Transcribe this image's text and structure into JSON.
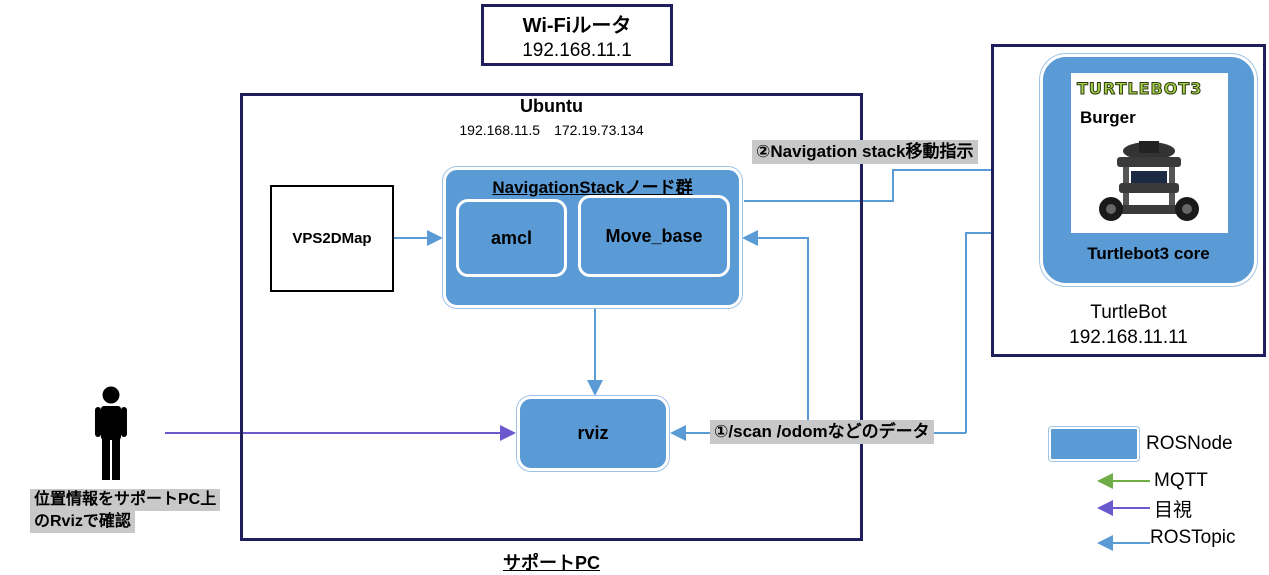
{
  "router": {
    "title": "Wi-Fiルータ",
    "ip": "192.168.11.1"
  },
  "ubuntu": {
    "title": "Ubuntu",
    "ips": "192.168.11.5　172.19.73.134",
    "footer": "サポートPC"
  },
  "map_box": {
    "label": "VPS2DMap"
  },
  "nav_stack": {
    "title": "NavigationStackノード群",
    "amcl": "amcl",
    "move_base": "Move_base"
  },
  "rviz": {
    "label": "rviz"
  },
  "turtlebot": {
    "logo": "TURTLEBOT3",
    "model": "Burger",
    "core": "Turtlebot3 core",
    "name": "TurtleBot",
    "ip": "192.168.11.11"
  },
  "edges": {
    "nav_command": "②Navigation stack移動指示",
    "scan_data": "①/scan /odomなどのデータ"
  },
  "person": {
    "caption_line1": "位置情報をサポートPC上",
    "caption_line2": "のRvizで確認"
  },
  "legend": {
    "rosnode": "ROSNode",
    "mqtt": "MQTT",
    "visual": "目視",
    "rostopic": "ROSTopic"
  },
  "colors": {
    "node": "#5b9bd5",
    "rostopic": "#5b9bd5",
    "visual": "#6a5acd",
    "mqtt": "#70ad47",
    "frame": "#1f1f5e"
  }
}
